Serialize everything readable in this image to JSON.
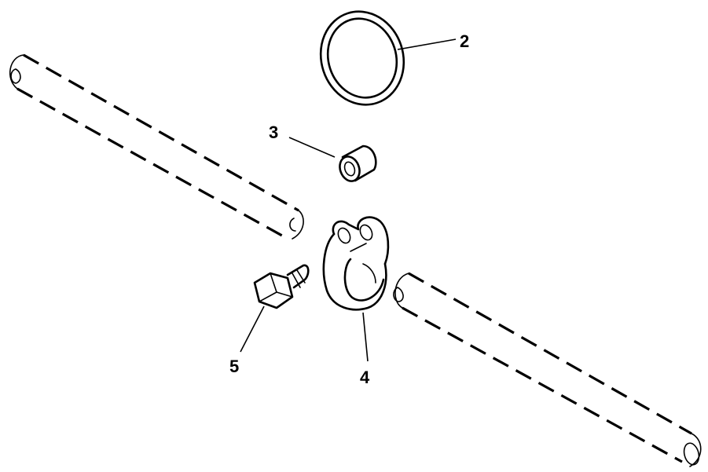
{
  "callouts": {
    "item2": "2",
    "item3": "3",
    "item4": "4",
    "item5": "5"
  },
  "colors": {
    "line": "#000000",
    "background": "#ffffff"
  }
}
